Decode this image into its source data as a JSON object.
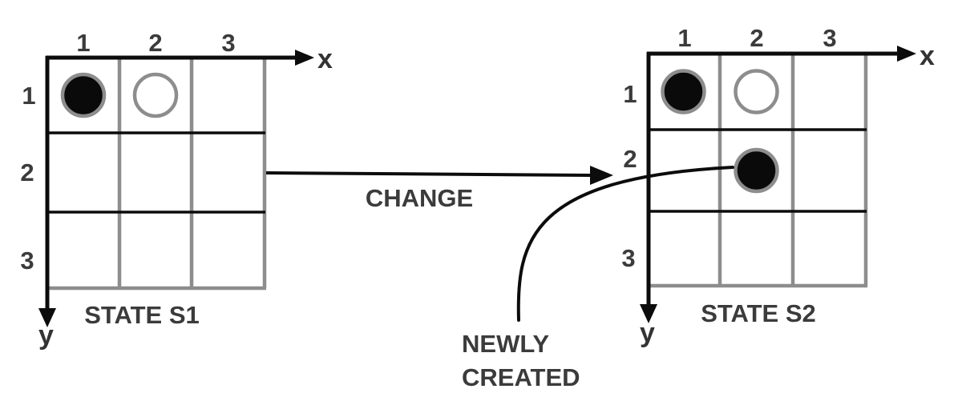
{
  "boards": [
    {
      "name": "STATE S1",
      "x_axis": "x",
      "y_axis": "y",
      "col_labels": [
        "1",
        "2",
        "3"
      ],
      "row_labels": [
        "1",
        "2",
        "3"
      ],
      "pieces": [
        {
          "col": 1,
          "row": 1,
          "fill": "black"
        },
        {
          "col": 2,
          "row": 1,
          "fill": "white"
        }
      ]
    },
    {
      "name": "STATE S2",
      "x_axis": "x",
      "y_axis": "y",
      "col_labels": [
        "1",
        "2",
        "3"
      ],
      "row_labels": [
        "1",
        "2",
        "3"
      ],
      "pieces": [
        {
          "col": 1,
          "row": 1,
          "fill": "black"
        },
        {
          "col": 2,
          "row": 1,
          "fill": "white"
        },
        {
          "col": 2,
          "row": 2,
          "fill": "black",
          "note": "newly created"
        }
      ]
    }
  ],
  "transition": {
    "label": "CHANGE"
  },
  "callout": {
    "line1": "NEWLY",
    "line2": "CREATED"
  },
  "colors": {
    "line_black": "#0c0c0c",
    "grid_gray": "#8d8d8d",
    "text": "#3b3b3b",
    "piece_black": "#0a0a0a",
    "piece_white": "#ffffff",
    "piece_ring": "#8d8d8d"
  }
}
